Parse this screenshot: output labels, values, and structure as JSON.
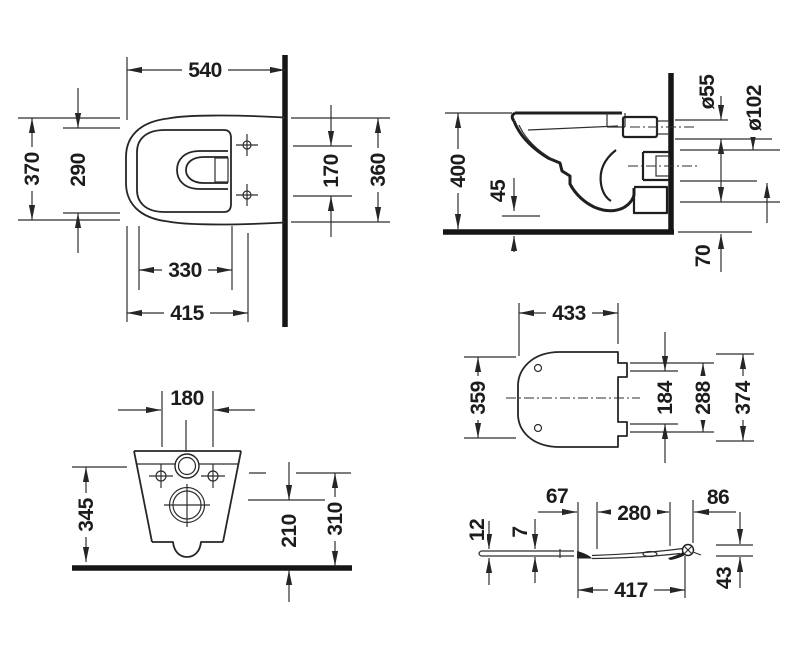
{
  "colors": {
    "ink": "#262626",
    "paper": "#ffffff"
  },
  "views": {
    "toilet_top_view": {
      "dims": {
        "overall_length": "540",
        "overall_width": "370",
        "inner_bowl_width": "290",
        "fixing_hole_spacing": "170",
        "rear_width": "360",
        "inner_bowl_length": "330",
        "fixing_hole_depth": "415"
      }
    },
    "toilet_side_view": {
      "dims": {
        "total_height": "400",
        "bottom_front_height": "45",
        "flush_pipe_diameter": "ø55",
        "outlet_pipe_diameter": "ø102",
        "outlet_bottom_height": "70"
      }
    },
    "seat_top_view": {
      "dims": {
        "seat_length": "433",
        "lid_width": "359",
        "hinge_hole_spacing": "184",
        "hinge_outer_width": "288",
        "overall_width": "374"
      }
    },
    "toilet_front_view": {
      "dims": {
        "fixing_hole_spacing": "180",
        "fixing_hole_height": "345",
        "outlet_center_height": "210",
        "rim_side_height": "310"
      }
    },
    "seat_side_view": {
      "dims": {
        "front_section": "67",
        "middle_section": "280",
        "rear_section": "86",
        "lid_front_thickness": "12",
        "ring_thickness": "7",
        "overall_depth": "417",
        "hinge_height": "43"
      }
    }
  }
}
